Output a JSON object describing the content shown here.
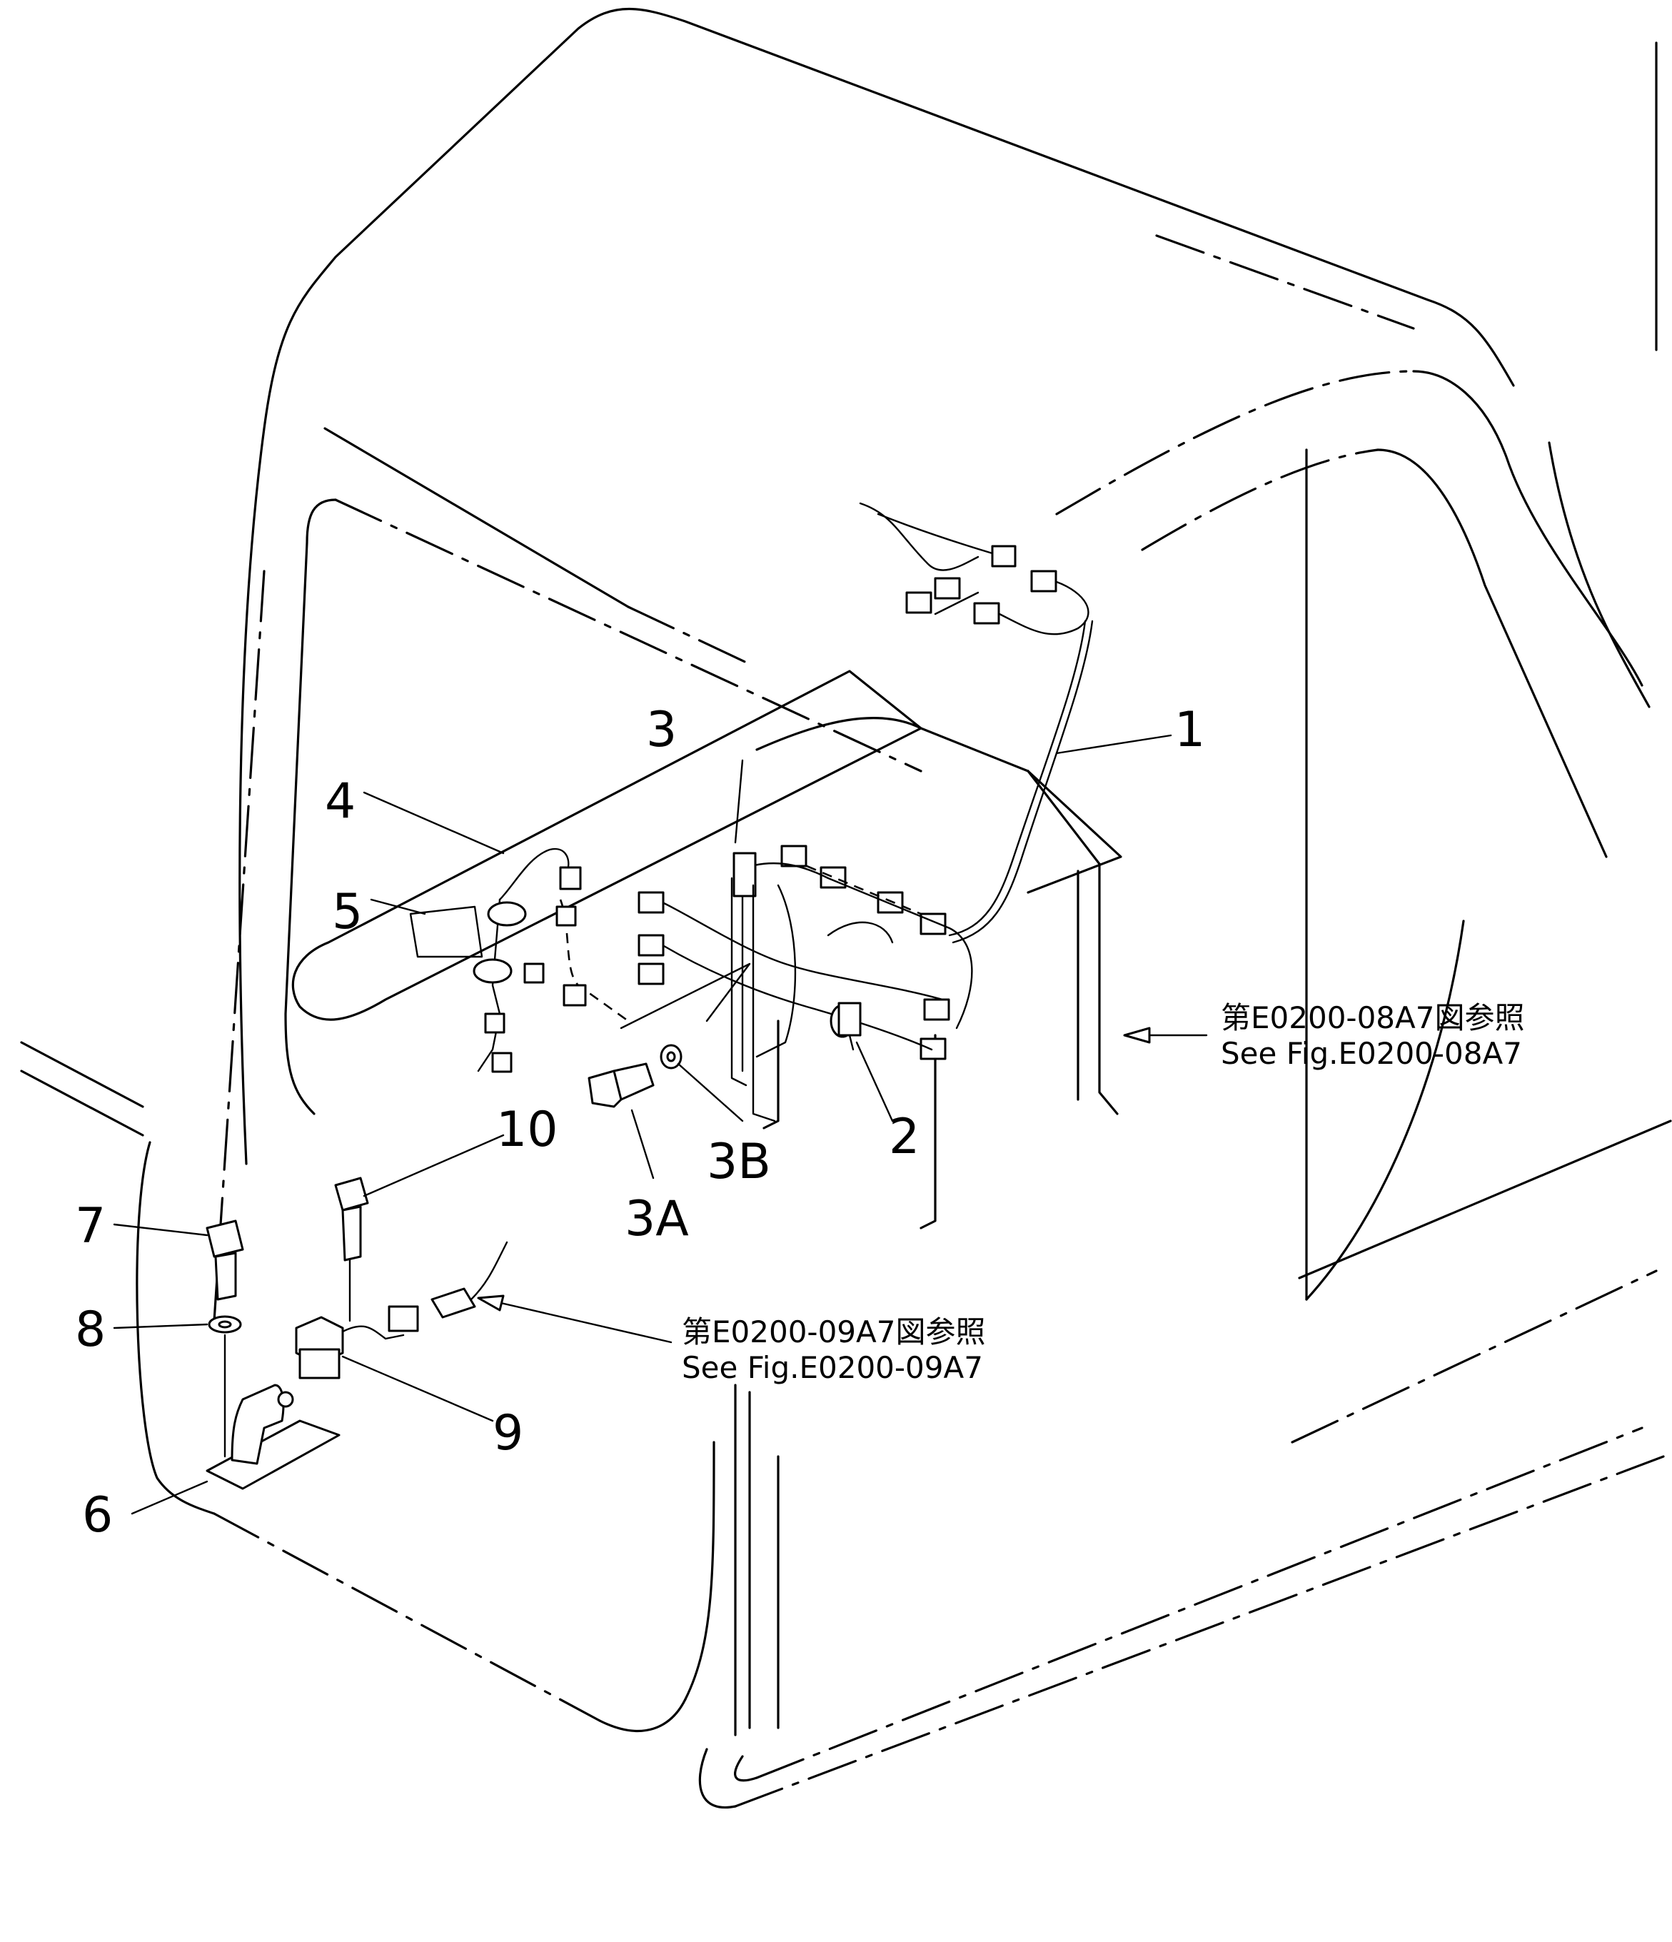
{
  "diagram": {
    "callouts": [
      "1",
      "2",
      "3",
      "3A",
      "3B",
      "4",
      "5",
      "6",
      "7",
      "8",
      "9",
      "10"
    ],
    "references": [
      {
        "ja": "第E0200-08A7図参照",
        "en": "See Fig.E0200-08A7"
      },
      {
        "ja": "第E0200-09A7図参照",
        "en": "See Fig.E0200-09A7"
      }
    ]
  }
}
